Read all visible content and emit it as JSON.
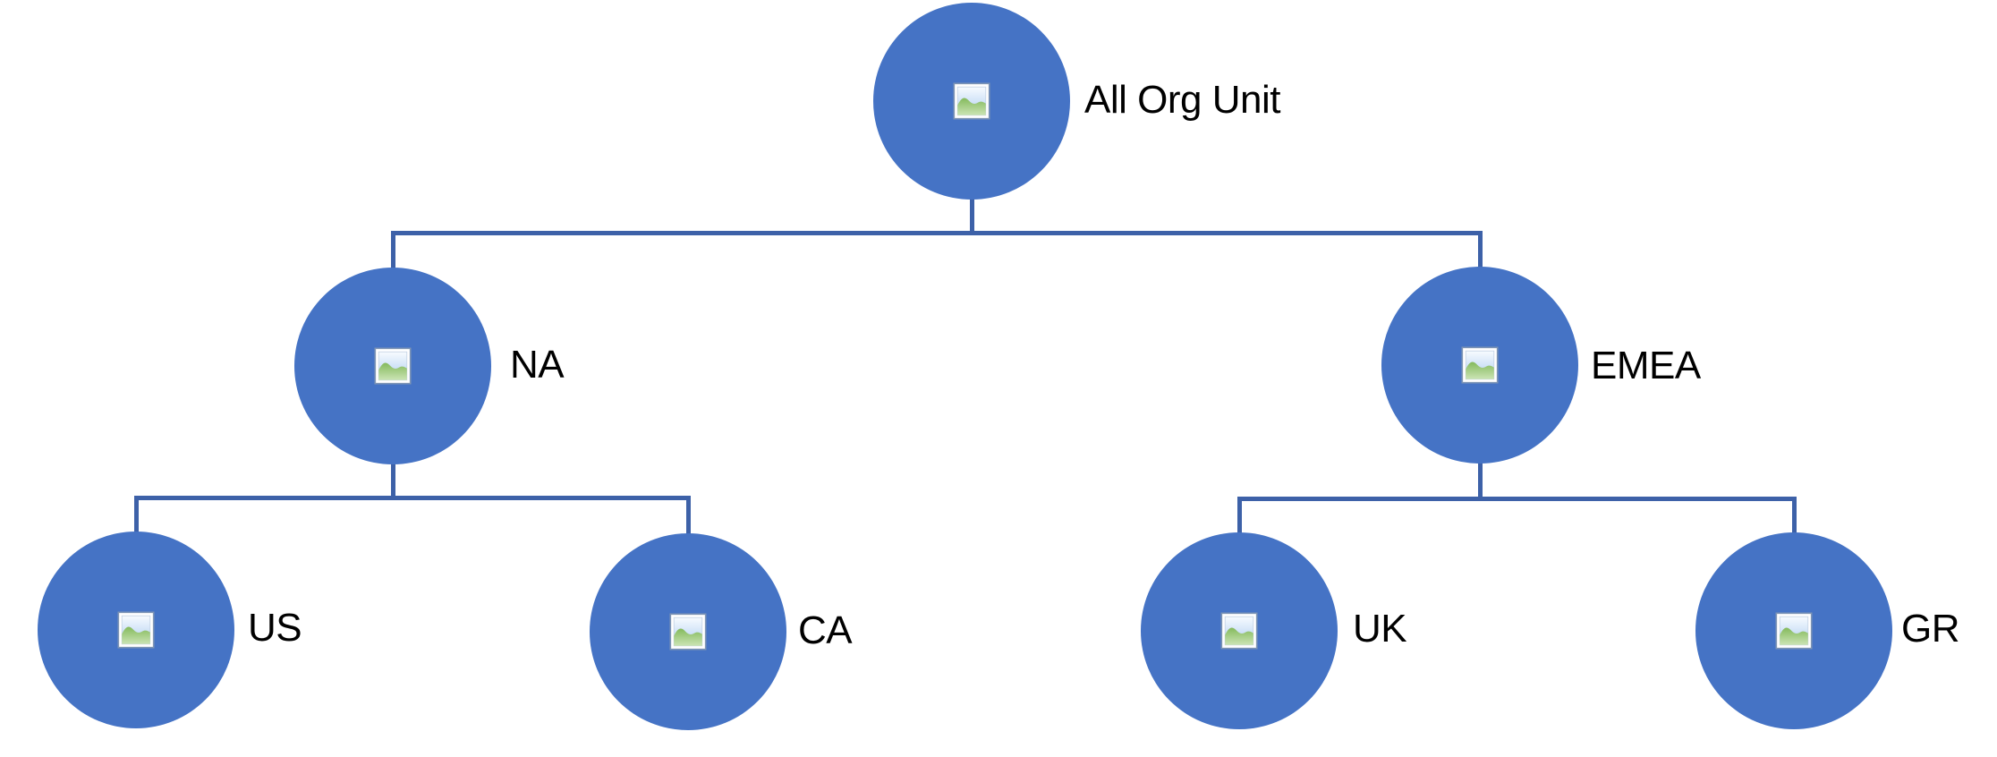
{
  "diagram": {
    "type": "org-chart",
    "node_icon": "picture-icon",
    "nodes": [
      {
        "id": "all-org-unit",
        "label": "All Org Unit",
        "parent": null
      },
      {
        "id": "na",
        "label": "NA",
        "parent": "all-org-unit"
      },
      {
        "id": "emea",
        "label": "EMEA",
        "parent": "all-org-unit"
      },
      {
        "id": "us",
        "label": "US",
        "parent": "na"
      },
      {
        "id": "ca",
        "label": "CA",
        "parent": "na"
      },
      {
        "id": "uk",
        "label": "UK",
        "parent": "emea"
      },
      {
        "id": "gr",
        "label": "GR",
        "parent": "emea"
      }
    ],
    "colors": {
      "node_fill": "#4573C5",
      "connector": "#3D61A8",
      "label_text": "#000000",
      "background": "#FFFFFF"
    }
  }
}
